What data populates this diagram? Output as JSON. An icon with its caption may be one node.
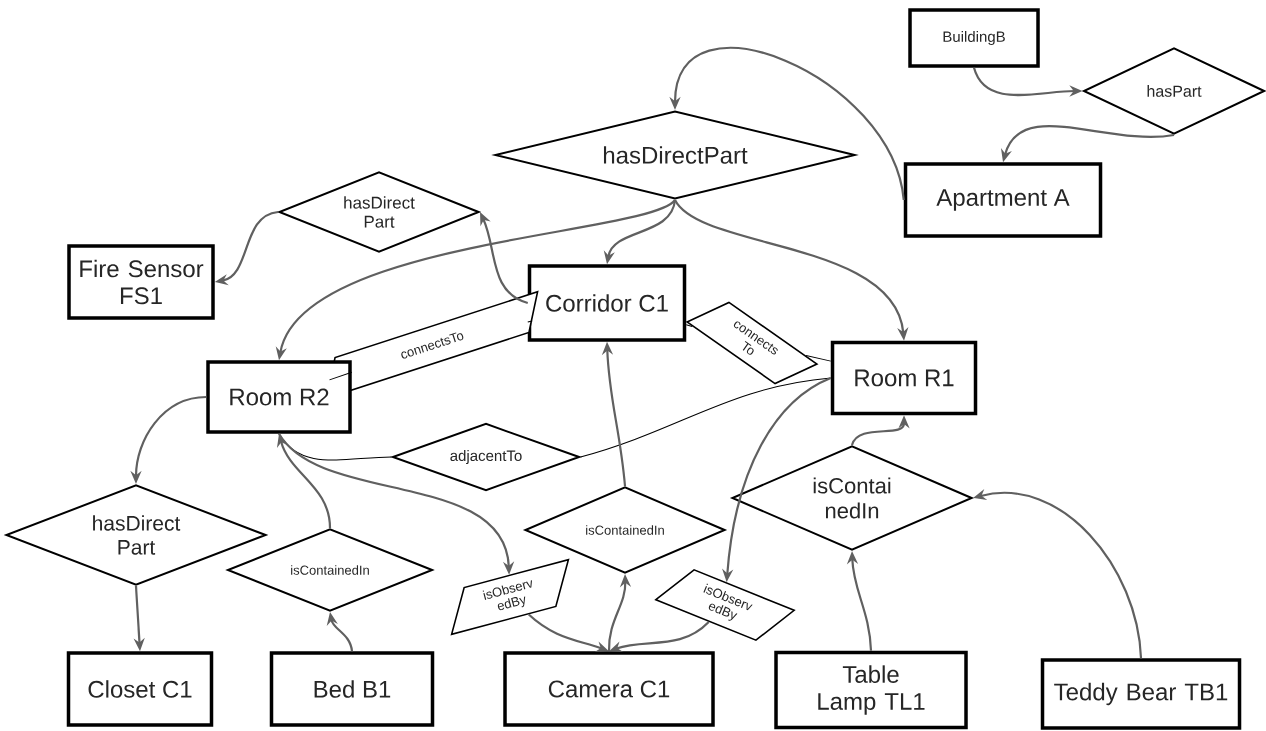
{
  "diagram": {
    "nodes": [
      {
        "text": [
          "BuildingB"
        ]
      },
      {
        "text": [
          "hasPart"
        ]
      },
      {
        "text": [
          "hasDirectPart"
        ]
      },
      {
        "text": [
          "Apartment A"
        ]
      },
      {
        "text": [
          "hasDirect Part"
        ]
      },
      {
        "text": [
          "Fire Sensor FS1"
        ]
      },
      {
        "text": [
          "Corridor C1"
        ]
      },
      {
        "text": [
          "connectsTo"
        ]
      },
      {
        "text": [
          "connects To"
        ]
      },
      {
        "text": [
          "Room R2"
        ]
      },
      {
        "text": [
          "Room R1"
        ]
      },
      {
        "text": [
          "adjacentTo"
        ]
      },
      {
        "text": [
          "isContainedIn"
        ]
      },
      {
        "text": [
          "isContai nedIn"
        ]
      },
      {
        "text": [
          "hasDirect Part"
        ]
      },
      {
        "text": [
          "isContainedIn"
        ]
      },
      {
        "text": [
          "isObserv edBy"
        ]
      },
      {
        "text": [
          "isObserv edBy"
        ]
      },
      {
        "text": [
          "Closet C1"
        ]
      },
      {
        "text": [
          "Bed B1"
        ]
      },
      {
        "text": [
          "Camera C1"
        ]
      },
      {
        "text": [
          "Table Lamp TL1"
        ]
      },
      {
        "text": [
          "Teddy Bear TB1"
        ]
      }
    ],
    "edges": [
      {
        "from": 3,
        "to": 2,
        "arrow": "to"
      },
      {
        "from": 0,
        "to": 1,
        "arrow": "to"
      },
      {
        "from": 1,
        "to": 3,
        "arrow": "to"
      },
      {
        "from": 2,
        "to": 6,
        "arrow": "to"
      },
      {
        "from": 2,
        "to": 9,
        "arrow": "to"
      },
      {
        "from": 2,
        "to": 10,
        "arrow": "to"
      },
      {
        "from": 6,
        "to": 4,
        "arrow": "to"
      },
      {
        "from": 4,
        "to": 5,
        "arrow": "to"
      },
      {
        "from": 6,
        "to": 7,
        "arrow": "none",
        "color": "#000000"
      },
      {
        "from": 7,
        "to": 9,
        "arrow": "none",
        "color": "#000000"
      },
      {
        "from": 6,
        "to": 8,
        "arrow": "none",
        "color": "#000000"
      },
      {
        "from": 8,
        "to": 10,
        "arrow": "none",
        "color": "#000000"
      },
      {
        "from": 9,
        "to": 11,
        "arrow": "none",
        "color": "#000000"
      },
      {
        "from": 11,
        "to": 10,
        "arrow": "none",
        "color": "#000000"
      },
      {
        "from": 10,
        "to": 17,
        "arrow": "to"
      },
      {
        "from": 9,
        "to": 16,
        "arrow": "to"
      },
      {
        "from": 15,
        "to": 9,
        "arrow": "to"
      },
      {
        "from": 19,
        "to": 15,
        "arrow": "to"
      },
      {
        "from": 9,
        "to": 14,
        "arrow": "to"
      },
      {
        "from": 14,
        "to": 18,
        "arrow": "to"
      },
      {
        "from": 12,
        "to": 6,
        "arrow": "to"
      },
      {
        "from": 20,
        "to": 12,
        "arrow": "to"
      },
      {
        "from": 16,
        "to": 20,
        "arrow": "to"
      },
      {
        "from": 17,
        "to": 20,
        "arrow": "to"
      },
      {
        "from": 13,
        "to": 10,
        "arrow": "to"
      },
      {
        "from": 21,
        "to": 13,
        "arrow": "to"
      },
      {
        "from": 22,
        "to": 13,
        "arrow": "to"
      }
    ]
  }
}
